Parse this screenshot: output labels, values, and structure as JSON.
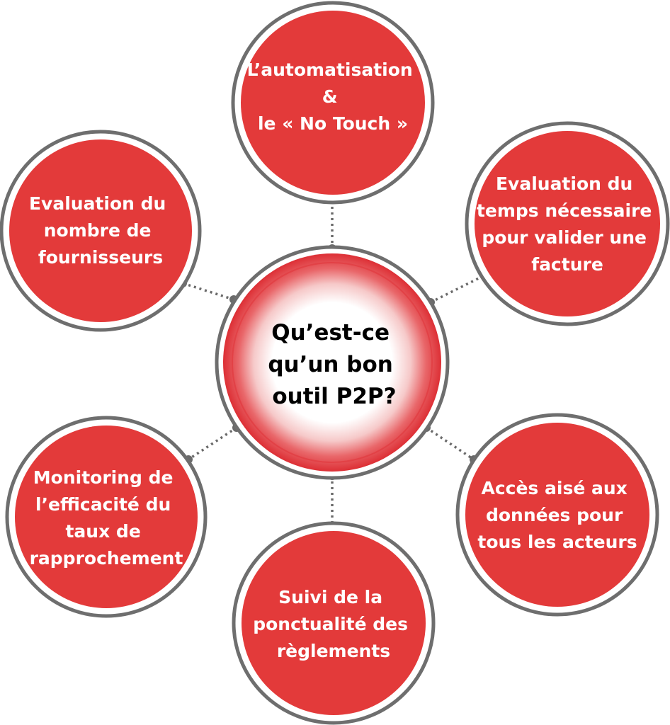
{
  "center": {
    "lines": [
      "Qu’est-ce",
      "qu’un bon",
      "outil P2P?"
    ]
  },
  "nodes": [
    {
      "id": "automatisation",
      "lines": [
        "L’automatisation",
        "&",
        "le « No Touch »"
      ]
    },
    {
      "id": "temps-validation",
      "lines": [
        "Evaluation du",
        "temps nécessaire",
        "pour valider une",
        "facture"
      ]
    },
    {
      "id": "acces-donnees",
      "lines": [
        "Accès aisé aux",
        "données pour",
        "tous les acteurs"
      ]
    },
    {
      "id": "ponctualite-reglements",
      "lines": [
        "Suivi de la",
        "ponctualité des",
        "règlements"
      ]
    },
    {
      "id": "taux-rapprochement",
      "lines": [
        "Monitoring de",
        "l’efficacité du",
        "taux de",
        "rapprochement"
      ]
    },
    {
      "id": "nombre-fournisseurs",
      "lines": [
        "Evaluation du",
        "nombre de",
        "fournisseurs"
      ]
    }
  ],
  "colors": {
    "node_fill": "#e33a3a",
    "ring": "#6e6e6e",
    "connector": "#6a6a6a",
    "center_glow": "#e0343a",
    "center_text": "#000000",
    "node_text": "#ffffff"
  }
}
